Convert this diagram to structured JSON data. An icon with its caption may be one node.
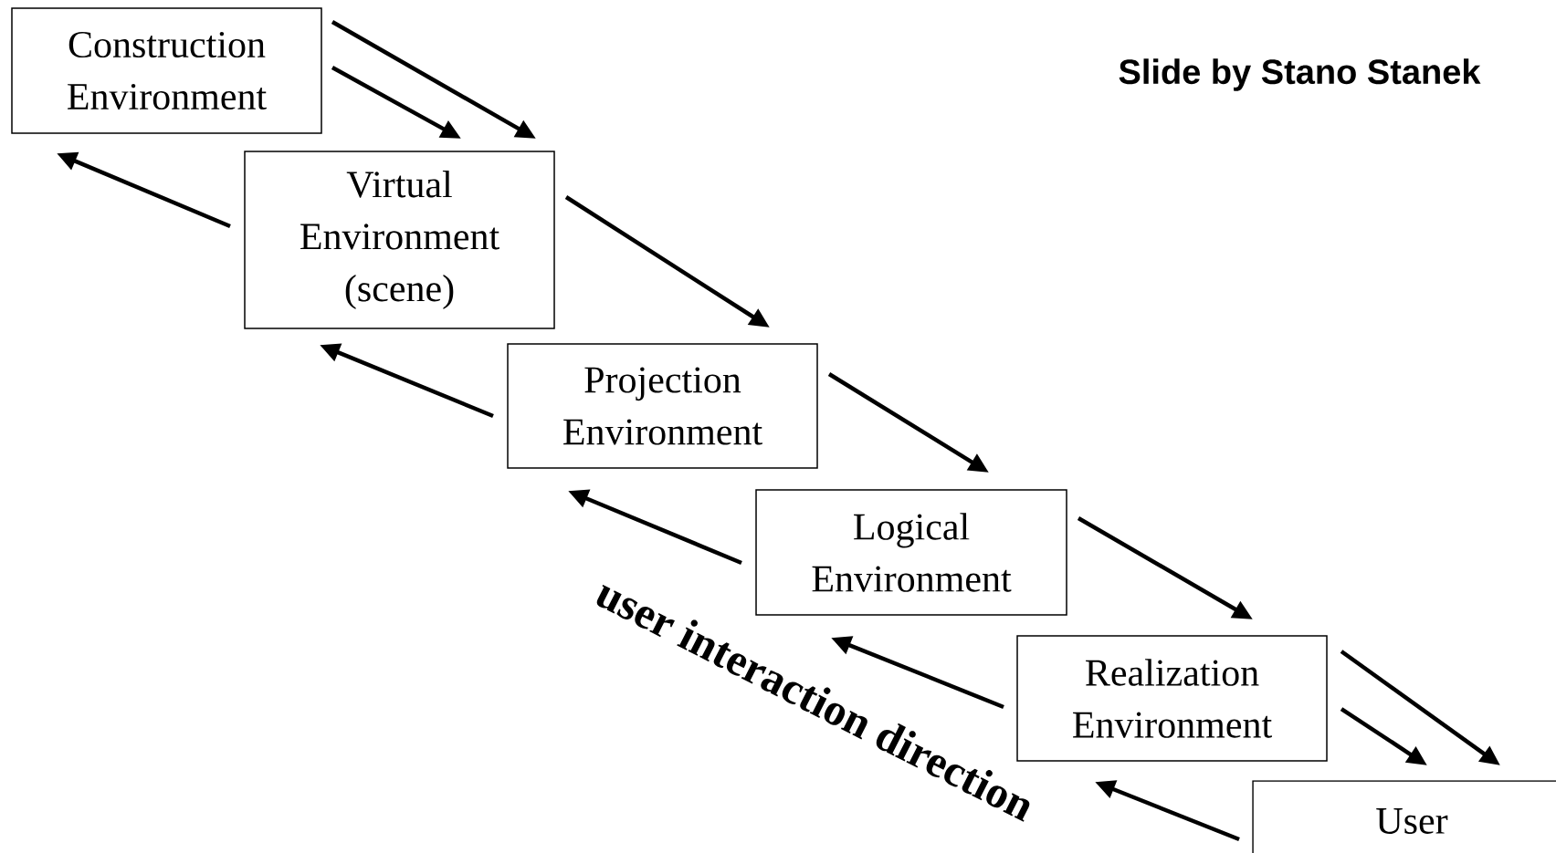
{
  "diagram": {
    "nodes": [
      {
        "text": [
          "Construction Environment"
        ]
      },
      {
        "text": [
          "Virtual Environment (scene)"
        ]
      },
      {
        "text": [
          "Projection Environment"
        ]
      },
      {
        "text": [
          "Logical Environment"
        ]
      },
      {
        "text": [
          "Realization Environment"
        ]
      },
      {
        "text": [
          "User"
        ]
      }
    ],
    "edges": [
      {
        "from": 0,
        "to": 1,
        "arrow": "to"
      },
      {
        "from": 0,
        "to": 1,
        "arrow": "to"
      },
      {
        "from": 1,
        "to": 0,
        "arrow": "to"
      },
      {
        "from": 1,
        "to": 2,
        "arrow": "to"
      },
      {
        "from": 2,
        "to": 1,
        "arrow": "to"
      },
      {
        "from": 2,
        "to": 3,
        "arrow": "to"
      },
      {
        "from": 3,
        "to": 2,
        "arrow": "to"
      },
      {
        "from": 3,
        "to": 4,
        "arrow": "to"
      },
      {
        "from": 4,
        "to": 3,
        "arrow": "to"
      },
      {
        "from": 4,
        "to": 5,
        "arrow": "to"
      },
      {
        "from": 4,
        "to": 5,
        "arrow": "to"
      },
      {
        "from": 5,
        "to": 4,
        "arrow": "to"
      }
    ],
    "labels": [
      "Slide by Stano Stanek",
      "user interaction direction"
    ]
  }
}
